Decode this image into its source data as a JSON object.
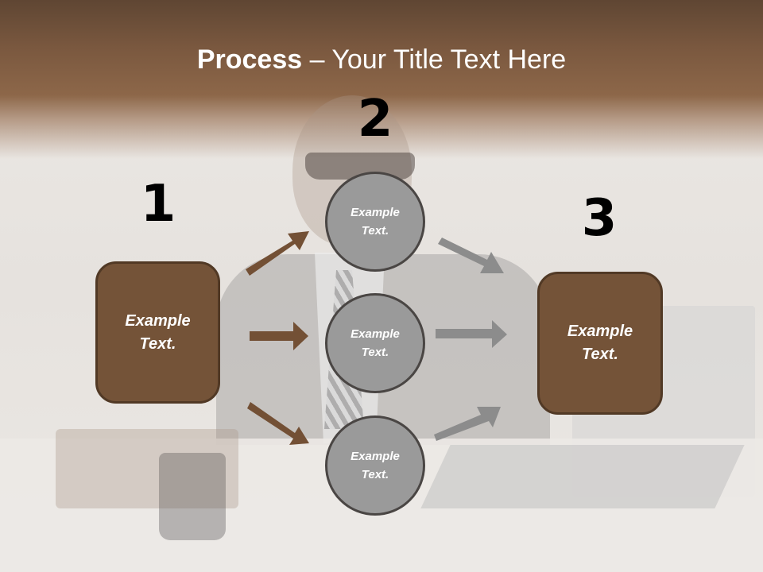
{
  "slide": {
    "title_bold": "Process",
    "title_rest": " – Your Title Text Here",
    "colors": {
      "header_dark": "#5f4633",
      "header_light": "#8d6749",
      "box_fill": "#745338",
      "box_border": "#513925",
      "circle_fill": "#9a9a9a",
      "circle_border": "#4a4644",
      "arrow_brown": "#735035",
      "arrow_gray": "#8c8c8c"
    }
  },
  "steps": [
    {
      "number": "1",
      "text_line1": "Example",
      "text_line2": "Text."
    },
    {
      "number": "2",
      "text_line1": "Example",
      "text_line2": "Text."
    },
    {
      "number": "3",
      "text_line1": "Example",
      "text_line2": "Text."
    }
  ],
  "circles": [
    {
      "text_line1": "Example",
      "text_line2": "Text."
    },
    {
      "text_line1": "Example",
      "text_line2": "Text."
    },
    {
      "text_line1": "Example",
      "text_line2": "Text."
    }
  ]
}
